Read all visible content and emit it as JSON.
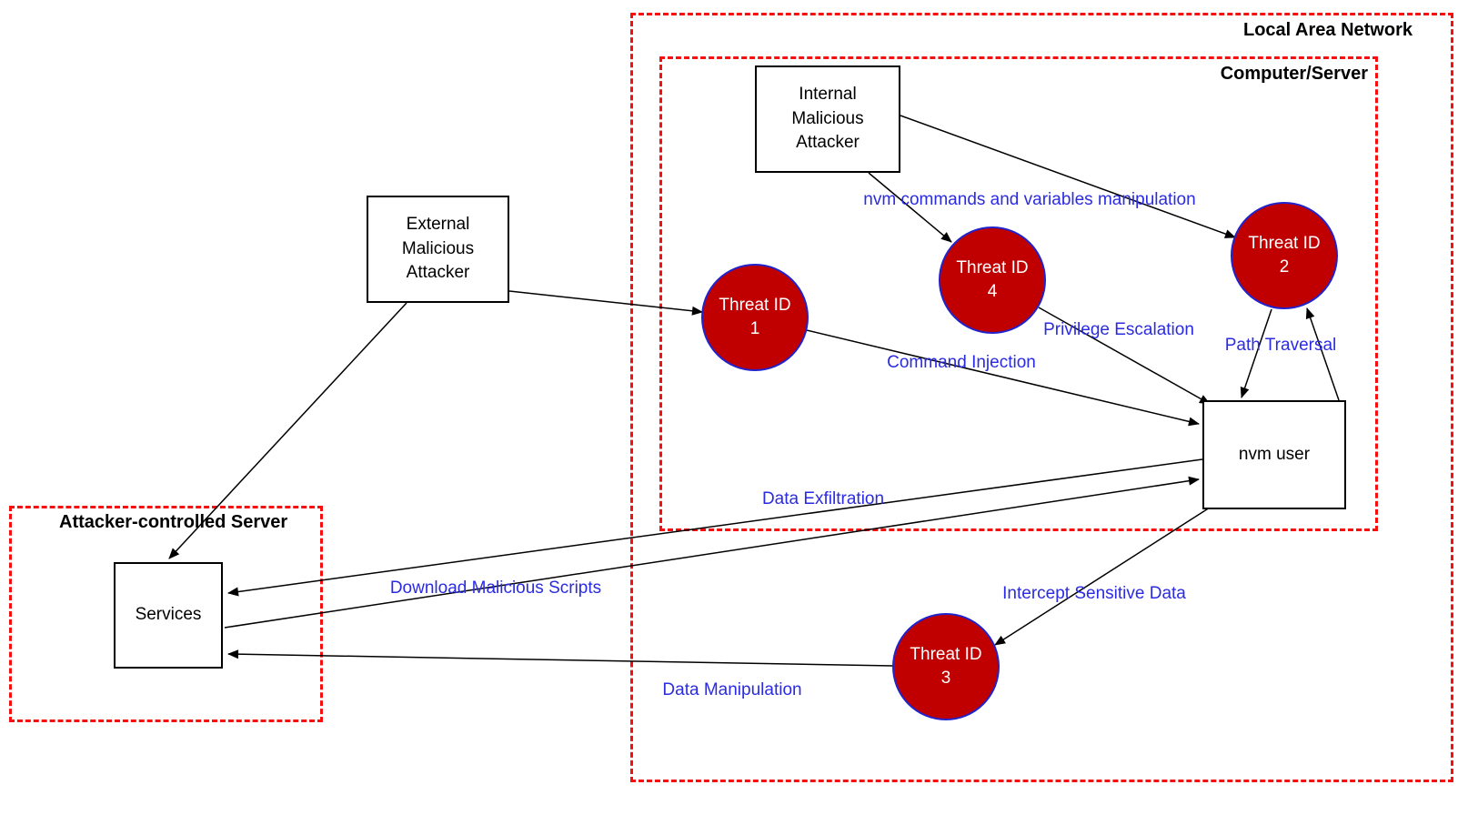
{
  "colors": {
    "region_border": "#f50f0f",
    "threat_fill": "#c00000",
    "threat_stroke": "#2222cc",
    "flow_label_text": "#2b2be2",
    "node_border": "#000000",
    "arrow": "#000000"
  },
  "regions": {
    "lan": {
      "label": "Local Area Network"
    },
    "computer": {
      "label": "Computer/Server"
    },
    "attacker_server": {
      "label": "Attacker-controlled Server"
    }
  },
  "nodes": {
    "internal_attacker": {
      "label": "Internal\nMalicious\nAttacker"
    },
    "external_attacker": {
      "label": "External\nMalicious\nAttacker"
    },
    "nvm_user": {
      "label": "nvm user"
    },
    "services": {
      "label": "Services"
    },
    "threat1": {
      "label": "Threat ID\n1"
    },
    "threat2": {
      "label": "Threat ID\n2"
    },
    "threat3": {
      "label": "Threat ID\n3"
    },
    "threat4": {
      "label": "Threat ID\n4"
    }
  },
  "flow_labels": {
    "nvm_commands": "nvm commands and variables manipulation",
    "privilege_escalation": "Privilege Escalation",
    "path_traversal": "Path Traversal",
    "command_injection": "Command Injection",
    "data_exfiltration": "Data Exfiltration",
    "download_scripts": "Download Malicious Scripts",
    "intercept_data": "Intercept Sensitive Data",
    "data_manipulation": "Data Manipulation"
  }
}
